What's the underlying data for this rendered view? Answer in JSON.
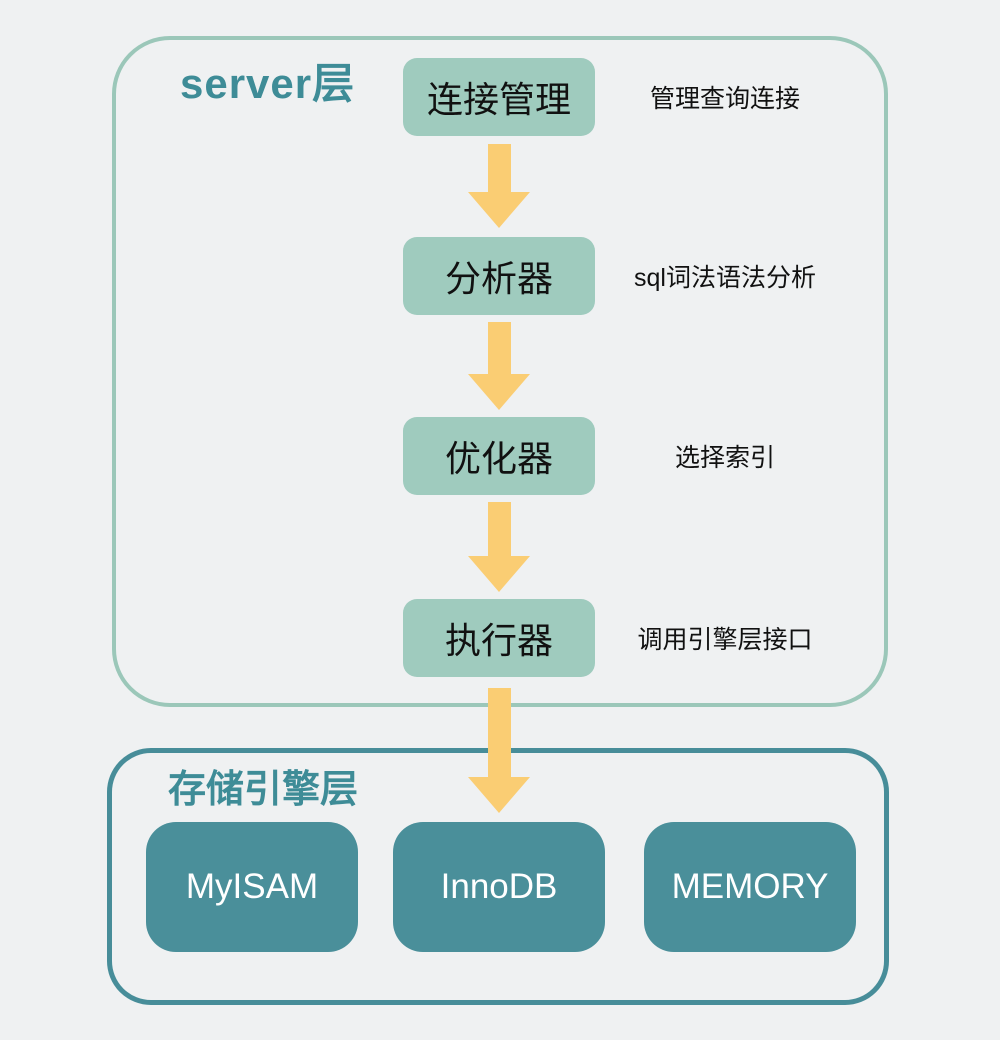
{
  "colors": {
    "background": "#EFF1F2",
    "server_border": "#9BC7B9",
    "engine_border": "#478D99",
    "light_box_bg": "#9FCBBE",
    "dark_box_bg": "#4A8F9A",
    "title_text": "#3E8C97",
    "arrow": "#FACD73",
    "box_text": "#111111",
    "dark_box_text": "#FFFFFF"
  },
  "server_layer": {
    "title": "server层",
    "steps": [
      {
        "label": "连接管理",
        "note": "管理查询连接"
      },
      {
        "label": "分析器",
        "note": "sql词法语法分析"
      },
      {
        "label": "优化器",
        "note": "选择索引"
      },
      {
        "label": "执行器",
        "note": "调用引擎层接口"
      }
    ]
  },
  "engine_layer": {
    "title": "存储引擎层",
    "engines": [
      "MyISAM",
      "InnoDB",
      "MEMORY"
    ]
  }
}
